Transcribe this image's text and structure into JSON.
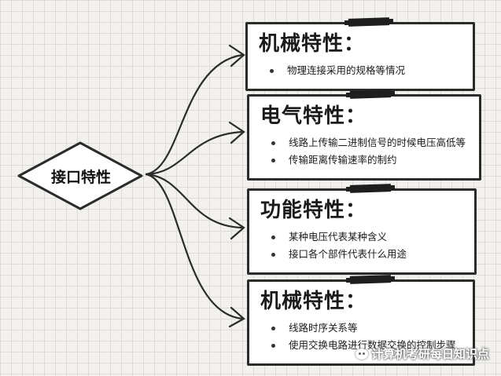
{
  "center": {
    "label": "接口特性"
  },
  "cards": [
    {
      "title": "机械特性：",
      "items": [
        "物理连接采用的规格等情况"
      ]
    },
    {
      "title": "电气特性：",
      "items": [
        "线路上传输二进制信号的时候电压高低等",
        "传输距离传输速率的制约"
      ]
    },
    {
      "title": "功能特性：",
      "items": [
        "某种电压代表某种含义",
        "接口各个部件代表什么用途"
      ]
    },
    {
      "title": "机械特性：",
      "items": [
        "线路时序关系等",
        "使用交换电路进行数据交换的控制步骤"
      ]
    }
  ],
  "watermark": {
    "text": "计算机考研每日知识点"
  },
  "colors": {
    "stroke": "#2b2b2b",
    "card_bg": "#ffffff",
    "grid": "#dedcd8",
    "background": "#f2f1ee"
  }
}
